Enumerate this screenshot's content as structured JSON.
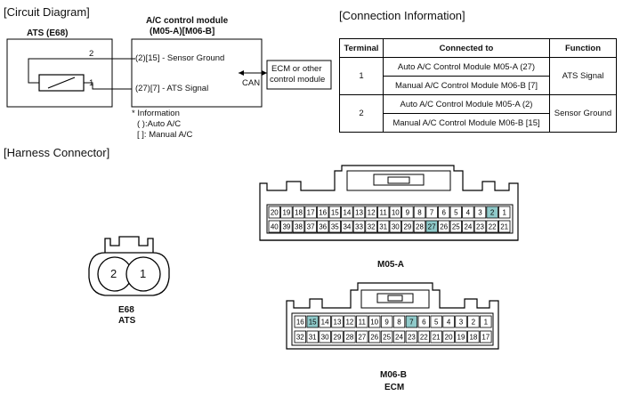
{
  "circuit": {
    "title": "[Circuit Diagram]",
    "ats_label": "ATS (E68)",
    "module_label_1": "A/C control module",
    "module_label_2": "(M05-A)[M06-B]",
    "wire_top_num": "2",
    "wire_bottom_num": "1",
    "pin_sensor_ground": "(2)[15] - Sensor Ground",
    "pin_ats_signal": "(27)[7] - ATS Signal",
    "can_label": "CAN",
    "ecm_line1": "ECM or other",
    "ecm_line2": "control module",
    "info_title": "* Information",
    "info_auto": "( ):Auto A/C",
    "info_manual": "[  ]: Manual A/C"
  },
  "connection": {
    "title": "[Connection Information]",
    "headers": [
      "Terminal",
      "Connected to",
      "Function"
    ],
    "rows": [
      {
        "terminal": "1",
        "connected": [
          "Auto A/C Control Module M05-A (27)",
          "Manual A/C Control Module M06-B [7]"
        ],
        "function": "ATS Signal"
      },
      {
        "terminal": "2",
        "connected": [
          "Auto A/C Control Module M05-A (2)",
          "Manual A/C Control Module M06-B [15]"
        ],
        "function": "Sensor Ground"
      }
    ]
  },
  "harness": {
    "title": "[Harness Connector]",
    "e68_pins": [
      "2",
      "1"
    ],
    "e68_label_1": "E68",
    "e68_label_2": "ATS",
    "m05a_top": [
      "20",
      "19",
      "18",
      "17",
      "16",
      "15",
      "14",
      "13",
      "12",
      "11",
      "10",
      "9",
      "8",
      "7",
      "6",
      "5",
      "4",
      "3",
      "2",
      "1"
    ],
    "m05a_bottom": [
      "40",
      "39",
      "38",
      "37",
      "36",
      "35",
      "34",
      "33",
      "32",
      "31",
      "30",
      "29",
      "28",
      "27",
      "26",
      "25",
      "24",
      "23",
      "22",
      "21"
    ],
    "m05a_highlight": [
      "2",
      "27"
    ],
    "m05a_label": "M05-A",
    "m06b_top": [
      "16",
      "15",
      "14",
      "13",
      "12",
      "11",
      "10",
      "9",
      "8",
      "7",
      "6",
      "5",
      "4",
      "3",
      "2",
      "1"
    ],
    "m06b_bottom": [
      "32",
      "31",
      "30",
      "29",
      "28",
      "27",
      "26",
      "25",
      "24",
      "23",
      "22",
      "21",
      "20",
      "19",
      "18",
      "17"
    ],
    "m06b_highlight": [
      "15",
      "7"
    ],
    "m06b_label_1": "M06-B",
    "m06b_label_2": "ECM",
    "highlight_color": "#8fcaca"
  }
}
